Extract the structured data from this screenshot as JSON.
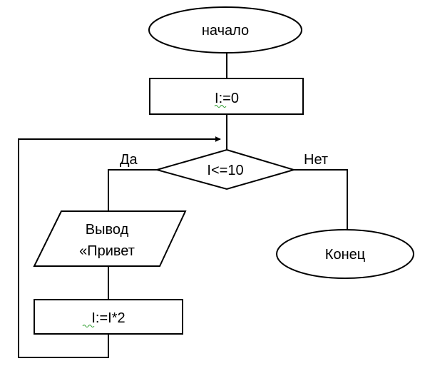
{
  "flowchart": {
    "start": "начало",
    "init": "I:=0",
    "condition": "I<=10",
    "yes_label": "Да",
    "no_label": "Нет",
    "output_line1": "Вывод",
    "output_line2": "«Привет",
    "update": "I:=I*2",
    "end": "Конец"
  },
  "colors": {
    "stroke": "#000000",
    "fill": "#ffffff",
    "spellcheck_squiggle": "#2e9e2e"
  }
}
